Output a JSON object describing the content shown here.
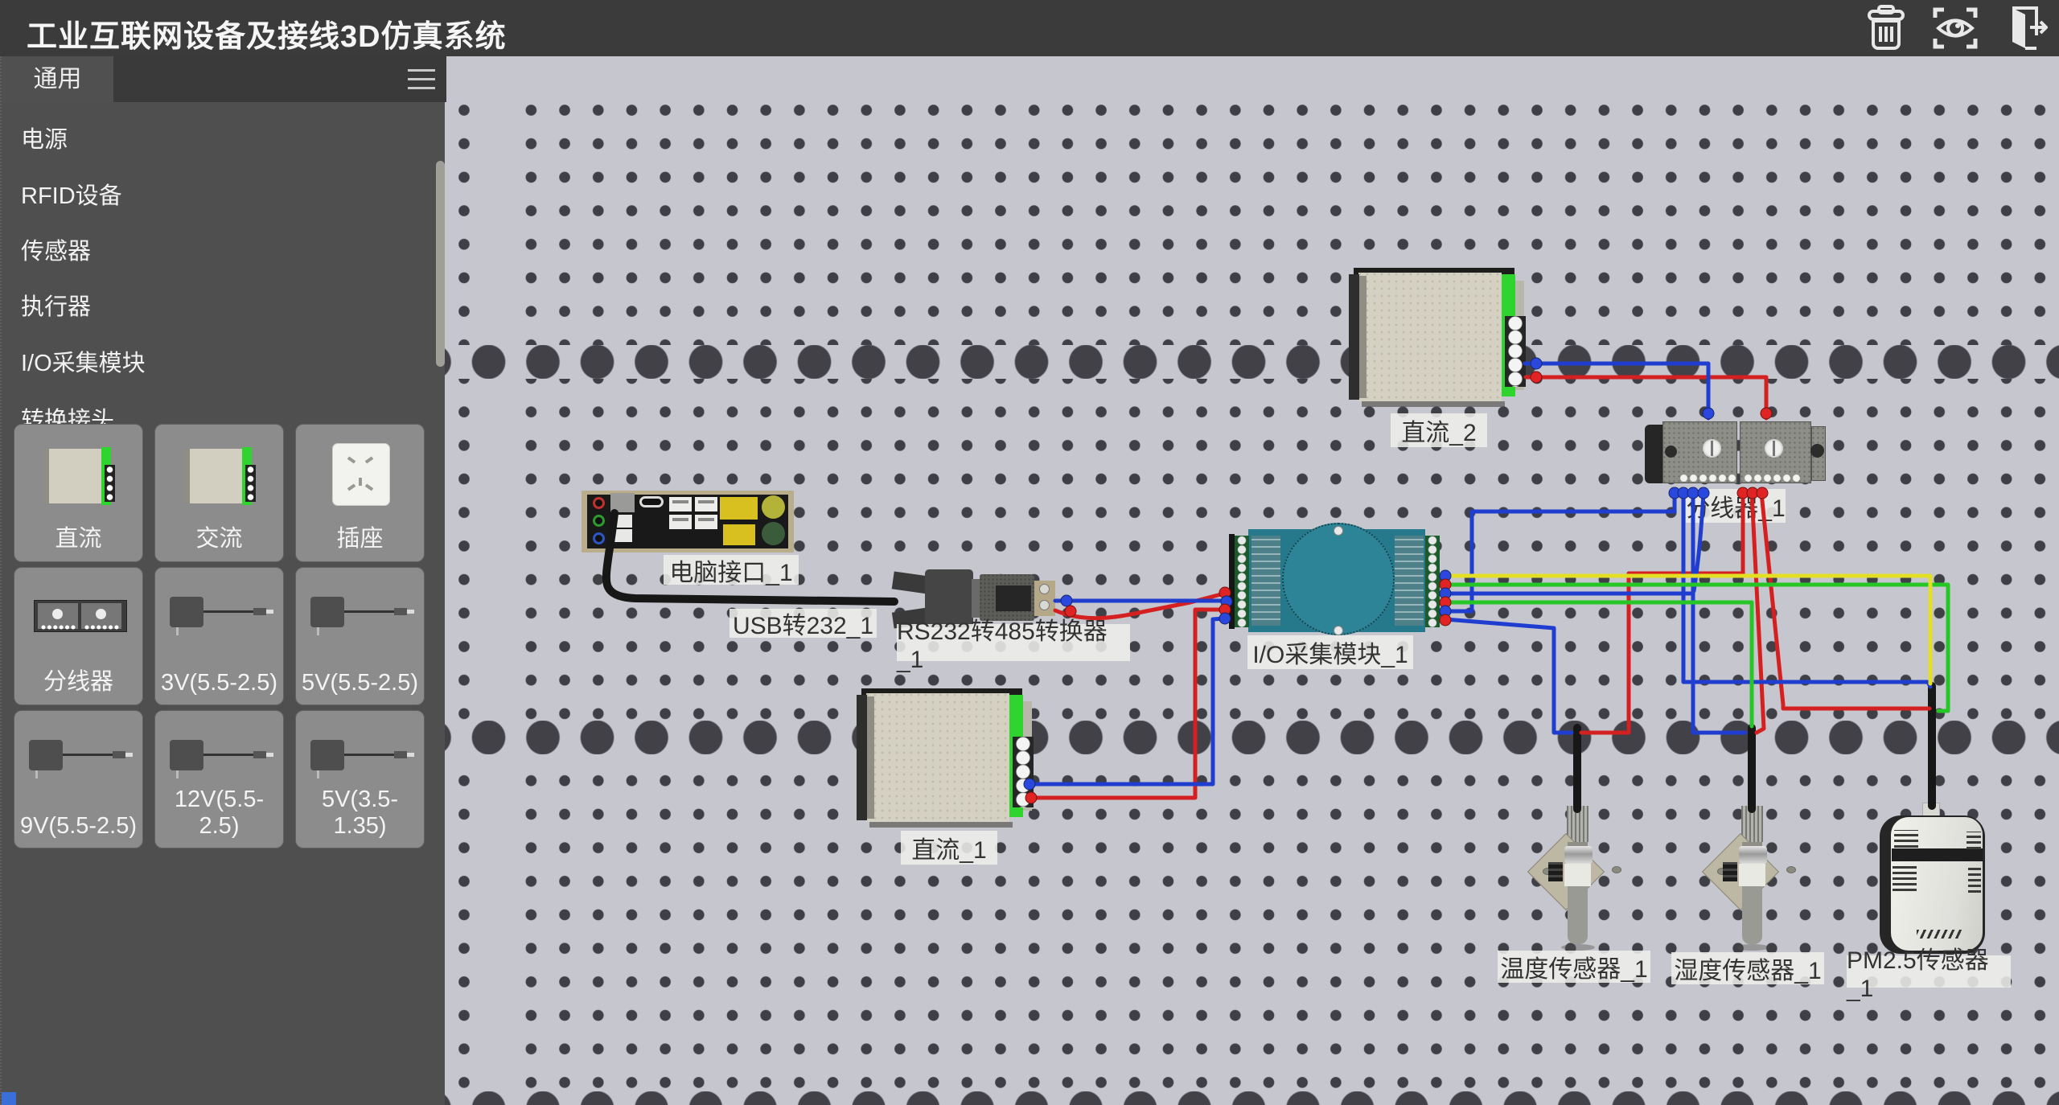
{
  "app_title": "工业互联网设备及接线3D仿真系统",
  "topbar": {
    "icons": [
      {
        "name": "trash-icon"
      },
      {
        "name": "preview-eye-icon"
      },
      {
        "name": "exit-icon"
      }
    ]
  },
  "sidebar": {
    "active_tab": "通用",
    "categories": [
      "电源",
      "RFID设备",
      "传感器",
      "执行器",
      "I/O采集模块",
      "转换接头"
    ],
    "components": [
      {
        "label": "直流",
        "icon": "dc-power-supply-icon"
      },
      {
        "label": "交流",
        "icon": "ac-power-supply-icon"
      },
      {
        "label": "插座",
        "icon": "wall-socket-icon"
      },
      {
        "label": "分线器",
        "icon": "splitter-icon"
      },
      {
        "label": "3V(5.5-2.5)",
        "icon": "power-adapter-icon"
      },
      {
        "label": "5V(5.5-2.5)",
        "icon": "power-adapter-icon"
      },
      {
        "label": "9V(5.5-2.5)",
        "icon": "power-adapter-icon"
      },
      {
        "label": "12V(5.5-2.5)",
        "icon": "power-adapter-icon"
      },
      {
        "label": "5V(3.5-1.35)",
        "icon": "power-adapter-icon"
      }
    ]
  },
  "canvas": {
    "devices": {
      "dc2": {
        "label": "直流_2"
      },
      "pc": {
        "label": "电脑接口_1"
      },
      "usb": {
        "label": "USB转232_1"
      },
      "rs": {
        "label": "RS232转485转换器_1"
      },
      "io": {
        "label": "I/O采集模块_1"
      },
      "splitter": {
        "label": "分线器_1"
      },
      "dc1": {
        "label": "直流_1"
      },
      "temp": {
        "label": "温度传感器_1"
      },
      "hum": {
        "label": "湿度传感器_1"
      },
      "pm": {
        "label": "PM2.5传感器_1"
      }
    },
    "wire_colors": {
      "red": "#d42020",
      "blue": "#1f3ed0",
      "green": "#27c627",
      "yellow": "#e3df25",
      "cable": "#171717"
    }
  }
}
